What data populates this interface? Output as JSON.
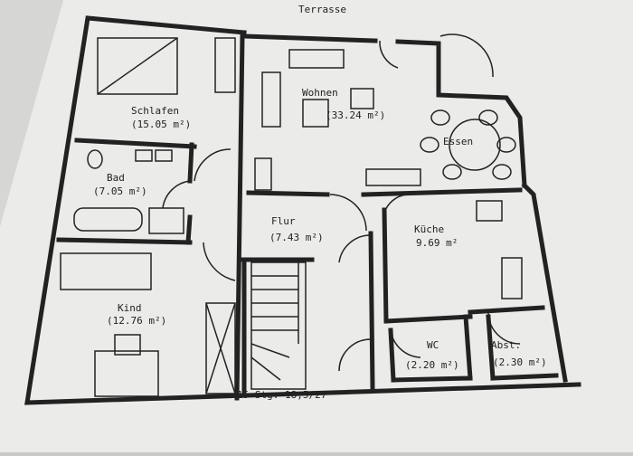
{
  "plan": {
    "terrace_label": "Terrasse",
    "rooms": [
      {
        "name": "Schlafen",
        "area": "(15.05 m²)"
      },
      {
        "name": "Bad",
        "area": "(7.05 m²)"
      },
      {
        "name": "Wohnen",
        "area": "(33.24 m²)"
      },
      {
        "name": "Essen",
        "area": ""
      },
      {
        "name": "Flur",
        "area": "(7.43 m²)"
      },
      {
        "name": "Küche",
        "area": "9.69 m²"
      },
      {
        "name": "Kind",
        "area": "(12.76 m²)"
      },
      {
        "name": "WC",
        "area": "(2.20 m²)"
      },
      {
        "name": "Abst.",
        "area": "(2.30 m²)"
      }
    ],
    "stair_note": "15 Stg. 18,5/27"
  },
  "colors": {
    "paper": "#ececea",
    "ink": "#222222",
    "background": "#c9c9c7"
  }
}
